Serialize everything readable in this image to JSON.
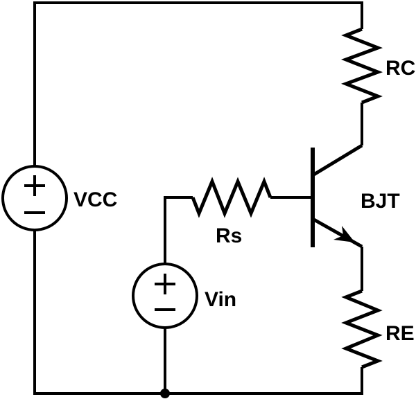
{
  "diagram": {
    "kind": "circuit-schematic",
    "description": "Common-emitter BJT amplifier schematic with DC supply VCC, input source Vin with series resistor Rs driving the base, collector resistor RC and emitter resistor RE",
    "background_color": "#ffffff",
    "line_color": "#000000",
    "labels": {
      "vcc": "VCC",
      "rc": "RC",
      "rs": "Rs",
      "bjt": "BJT",
      "vin": "Vin",
      "re": "RE"
    },
    "components": [
      {
        "label": "VCC",
        "type": "dc-voltage-source",
        "symbol": "circle with + on top and − on bottom",
        "position": "left rail"
      },
      {
        "label": "RC",
        "type": "resistor",
        "symbol": "vertical zigzag",
        "position": "top right, collector branch"
      },
      {
        "label": "BJT",
        "type": "npn-transistor",
        "symbol": "bar with collector and emitter diagonals, arrow on emitter pointing outward",
        "position": "middle right"
      },
      {
        "label": "Rs",
        "type": "resistor",
        "symbol": "horizontal zigzag",
        "position": "middle, in series with base"
      },
      {
        "label": "Vin",
        "type": "dc-voltage-source",
        "symbol": "circle with + on top and − on bottom",
        "position": "bottom middle"
      },
      {
        "label": "RE",
        "type": "resistor",
        "symbol": "vertical zigzag",
        "position": "bottom right, emitter branch"
      }
    ],
    "nodes": [
      {
        "name": "ground-junction",
        "symbol": "filled dot on bottom rail"
      }
    ]
  }
}
